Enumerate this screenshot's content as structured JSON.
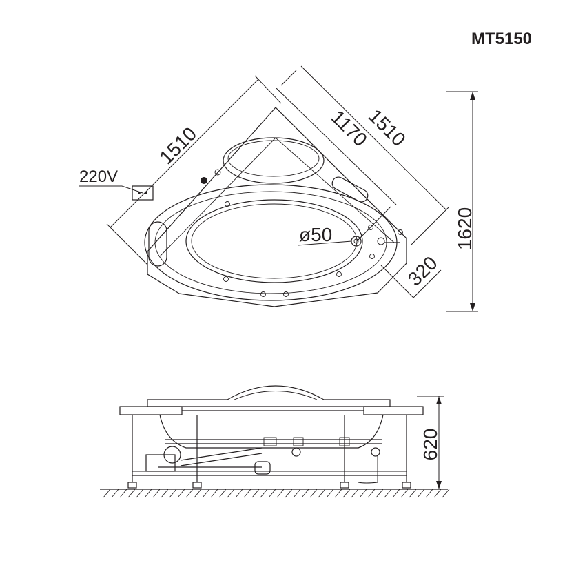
{
  "model": "MT5150",
  "voltage_label": "220V",
  "top_view": {
    "dim_side_left": "1510",
    "dim_side_right": "1510",
    "dim_inner": "1170",
    "dim_depth": "1620",
    "dim_drain_offset": "320",
    "drain_label": "ø50"
  },
  "side_view": {
    "dim_height": "620"
  },
  "colors": {
    "line": "#231f20",
    "background": "#ffffff"
  }
}
